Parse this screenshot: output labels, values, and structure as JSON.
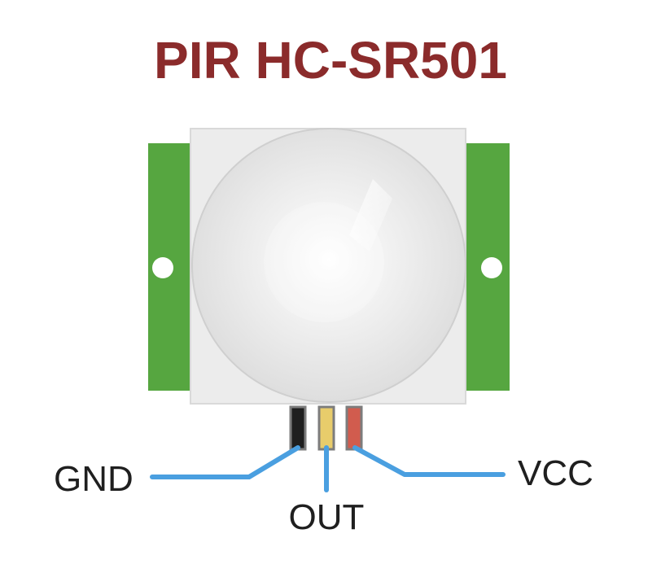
{
  "title": "PIR HC-SR501",
  "pins": {
    "gnd": "GND",
    "out": "OUT",
    "vcc": "VCC"
  },
  "colors": {
    "title": "#8b2b2b",
    "label": "#1f1f1f",
    "pcb_green": "#56a640",
    "pcb_green_dark": "#3f8f2f",
    "module_body": "#ececec",
    "module_border": "#d9d9d9",
    "dome": "#e6e6e6",
    "leader_line": "#4a9fe0",
    "wire_black": "#1f1f1f",
    "wire_yellow": "#e8cc6b",
    "wire_red": "#d15c4e",
    "wire_edge": "#7d7d7d"
  },
  "icons": {
    "mounting_holes": "circle-hole",
    "sensor": "fresnel-dome"
  }
}
